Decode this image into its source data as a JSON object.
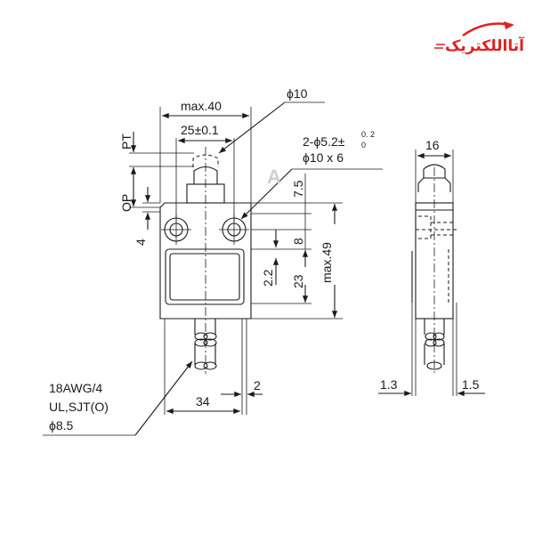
{
  "logo": {
    "text": "آتااللکتریک",
    "color": "#e02020"
  },
  "front_view": {
    "width_max": "max.40",
    "hole_pitch": "25±0.1",
    "plunger_dia": "ϕ10",
    "mount_holes_line1": "2-ϕ5.2±",
    "mount_holes_tol_upper": "0. 2",
    "mount_holes_tol_lower": "0",
    "mount_holes_line2": "ϕ10 x 6",
    "pt_label": "PT",
    "op_label": "OP",
    "dim_4": "4",
    "dim_7_5": "7.5",
    "dim_8": "8",
    "dim_2_2": "2.2",
    "dim_23": "23",
    "height_max": "max.49",
    "dim_34": "34",
    "dim_2": "2",
    "cable_line1": "18AWG/4",
    "cable_line2": "UL,SJT(O)",
    "cable_line3": "ϕ8.5"
  },
  "side_view": {
    "width": "16",
    "dim_left": "1.3",
    "dim_right": "1.5"
  },
  "colors": {
    "line": "#1a1a1a",
    "brand": "#e02020",
    "watermark": "#c8c8c8"
  }
}
